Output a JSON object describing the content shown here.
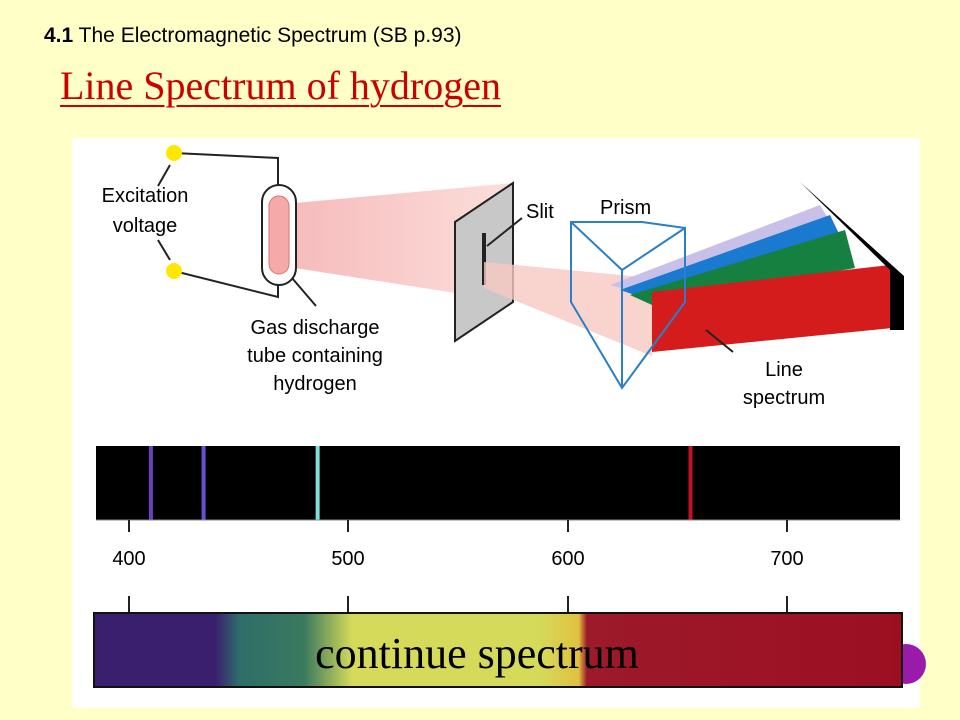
{
  "header": {
    "section_number": "4.1",
    "section_title": "The Electromagnetic Spectrum (SB p.93)"
  },
  "title": "Line Spectrum of hydrogen",
  "diagram": {
    "excitation_voltage_line1": "Excitation",
    "excitation_voltage_line2": "voltage",
    "tube_line1": "Gas discharge",
    "tube_line2": "tube containing",
    "tube_line3": "hydrogen",
    "slit": "Slit",
    "prism": "Prism",
    "line_spectrum_line1": "Line",
    "line_spectrum_line2": "spectrum"
  },
  "spectrum": {
    "ticks": [
      "400",
      "500",
      "600",
      "700"
    ],
    "emission_lines_nm": [
      410,
      434,
      486,
      656
    ],
    "continuous_label": "continue spectrum"
  },
  "colors": {
    "title": "#CC0000",
    "background": "#FFFFC8"
  }
}
